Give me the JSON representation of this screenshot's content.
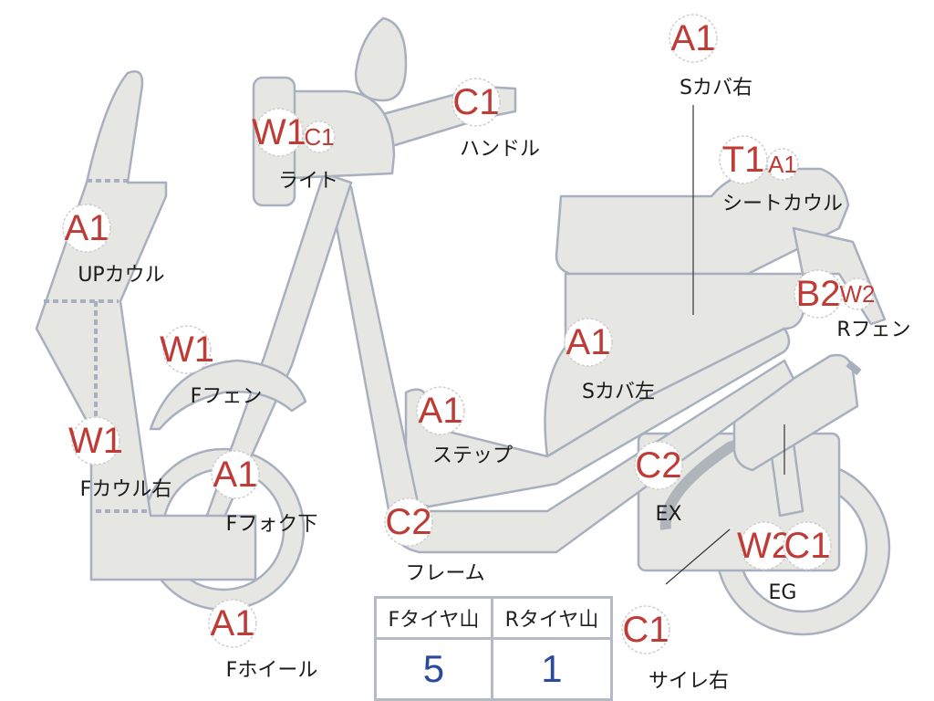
{
  "parts": [
    {
      "id": "s-cover-right",
      "grades": [
        "A1"
      ],
      "label": "Sカバ右"
    },
    {
      "id": "handle",
      "grades": [
        "C1"
      ],
      "label": "ハンドル"
    },
    {
      "id": "light",
      "grades": [
        "W1",
        "C1"
      ],
      "label": "ライト"
    },
    {
      "id": "seat-cowl",
      "grades": [
        "T1",
        "A1"
      ],
      "label": "シートカウル"
    },
    {
      "id": "up-cowl",
      "grades": [
        "A1"
      ],
      "label": "UPカウル"
    },
    {
      "id": "r-fender",
      "grades": [
        "B2",
        "W2"
      ],
      "label": "Rフェン"
    },
    {
      "id": "f-fender",
      "grades": [
        "W1"
      ],
      "label": "Fフェン"
    },
    {
      "id": "s-cover-left",
      "grades": [
        "A1"
      ],
      "label": "Sカバ左"
    },
    {
      "id": "step",
      "grades": [
        "A1"
      ],
      "label": "ステップ"
    },
    {
      "id": "f-cowl-right",
      "grades": [
        "W1"
      ],
      "label": "Fカウル右"
    },
    {
      "id": "f-fork-lower",
      "grades": [
        "A1"
      ],
      "label": "Fフォク下"
    },
    {
      "id": "exhaust",
      "grades": [
        "C2"
      ],
      "label": "EX"
    },
    {
      "id": "frame",
      "grades": [
        "C2"
      ],
      "label": "フレーム"
    },
    {
      "id": "engine",
      "grades": [
        "W2",
        "C1"
      ],
      "label": "EG"
    },
    {
      "id": "f-wheel",
      "grades": [
        "A1"
      ],
      "label": "Fホイール"
    },
    {
      "id": "muffler-right",
      "grades": [
        "C1"
      ],
      "label": "サイレ右"
    }
  ],
  "tire_table": {
    "headers": [
      "Fタイヤ山",
      "Rタイヤ山"
    ],
    "values": [
      "5",
      "1"
    ]
  },
  "colors": {
    "grade": "#bf3b36",
    "tire_value": "#2b4a9a",
    "part_fill": "#e6e6e2",
    "part_stroke": "#a8b0bf"
  }
}
